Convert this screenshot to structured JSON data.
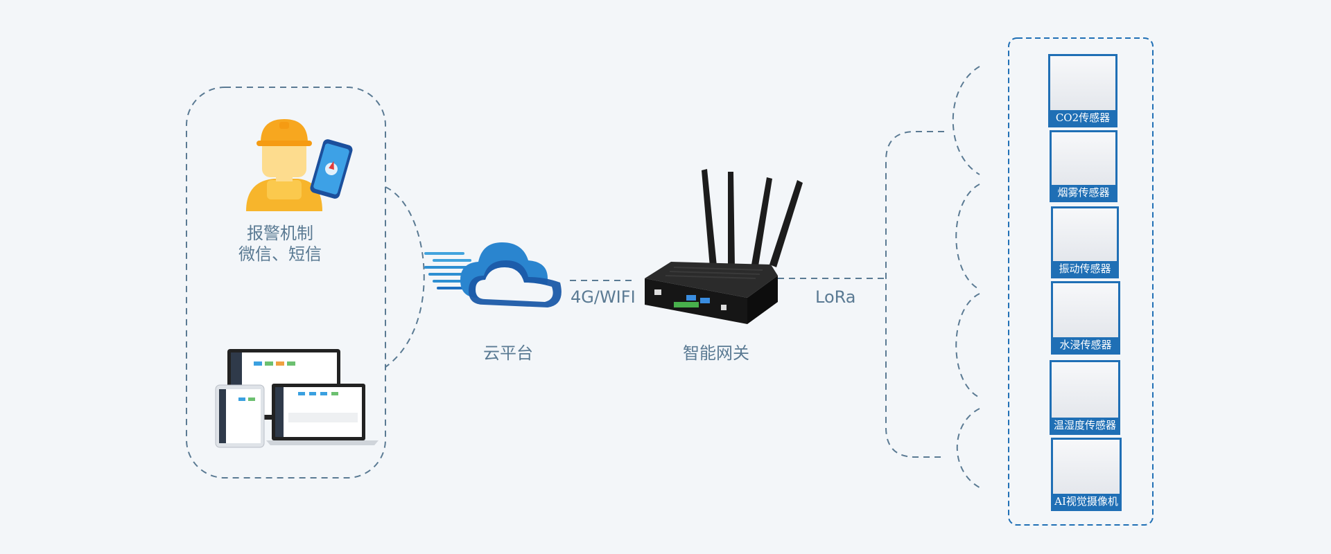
{
  "alarm": {
    "line1": "报警机制",
    "line2": "微信、短信"
  },
  "cloud": {
    "label": "云平台",
    "link_label": "4G/WIFI"
  },
  "gateway": {
    "label": "智能网关",
    "link_label": "LoRa"
  },
  "sensors": [
    {
      "label": "CO2传感器",
      "icon": "co2-sensor"
    },
    {
      "label": "烟雾传感器",
      "icon": "smoke-sensor"
    },
    {
      "label": "振动传感器",
      "icon": "vibration-sensor"
    },
    {
      "label": "水浸传感器",
      "icon": "water-sensor"
    },
    {
      "label": "温湿度传感器",
      "icon": "temp-humidity-sensor"
    },
    {
      "label": "AI视觉摄像机",
      "icon": "ai-camera"
    }
  ],
  "colors": {
    "background": "#f3f6f9",
    "dashed_line": "#5a7a93",
    "sensor_blue": "#1f6fb5",
    "worker_yellow": "#f7b52c",
    "cloud_blue": "#1e6fc0",
    "label_text": "#5a7a93"
  }
}
